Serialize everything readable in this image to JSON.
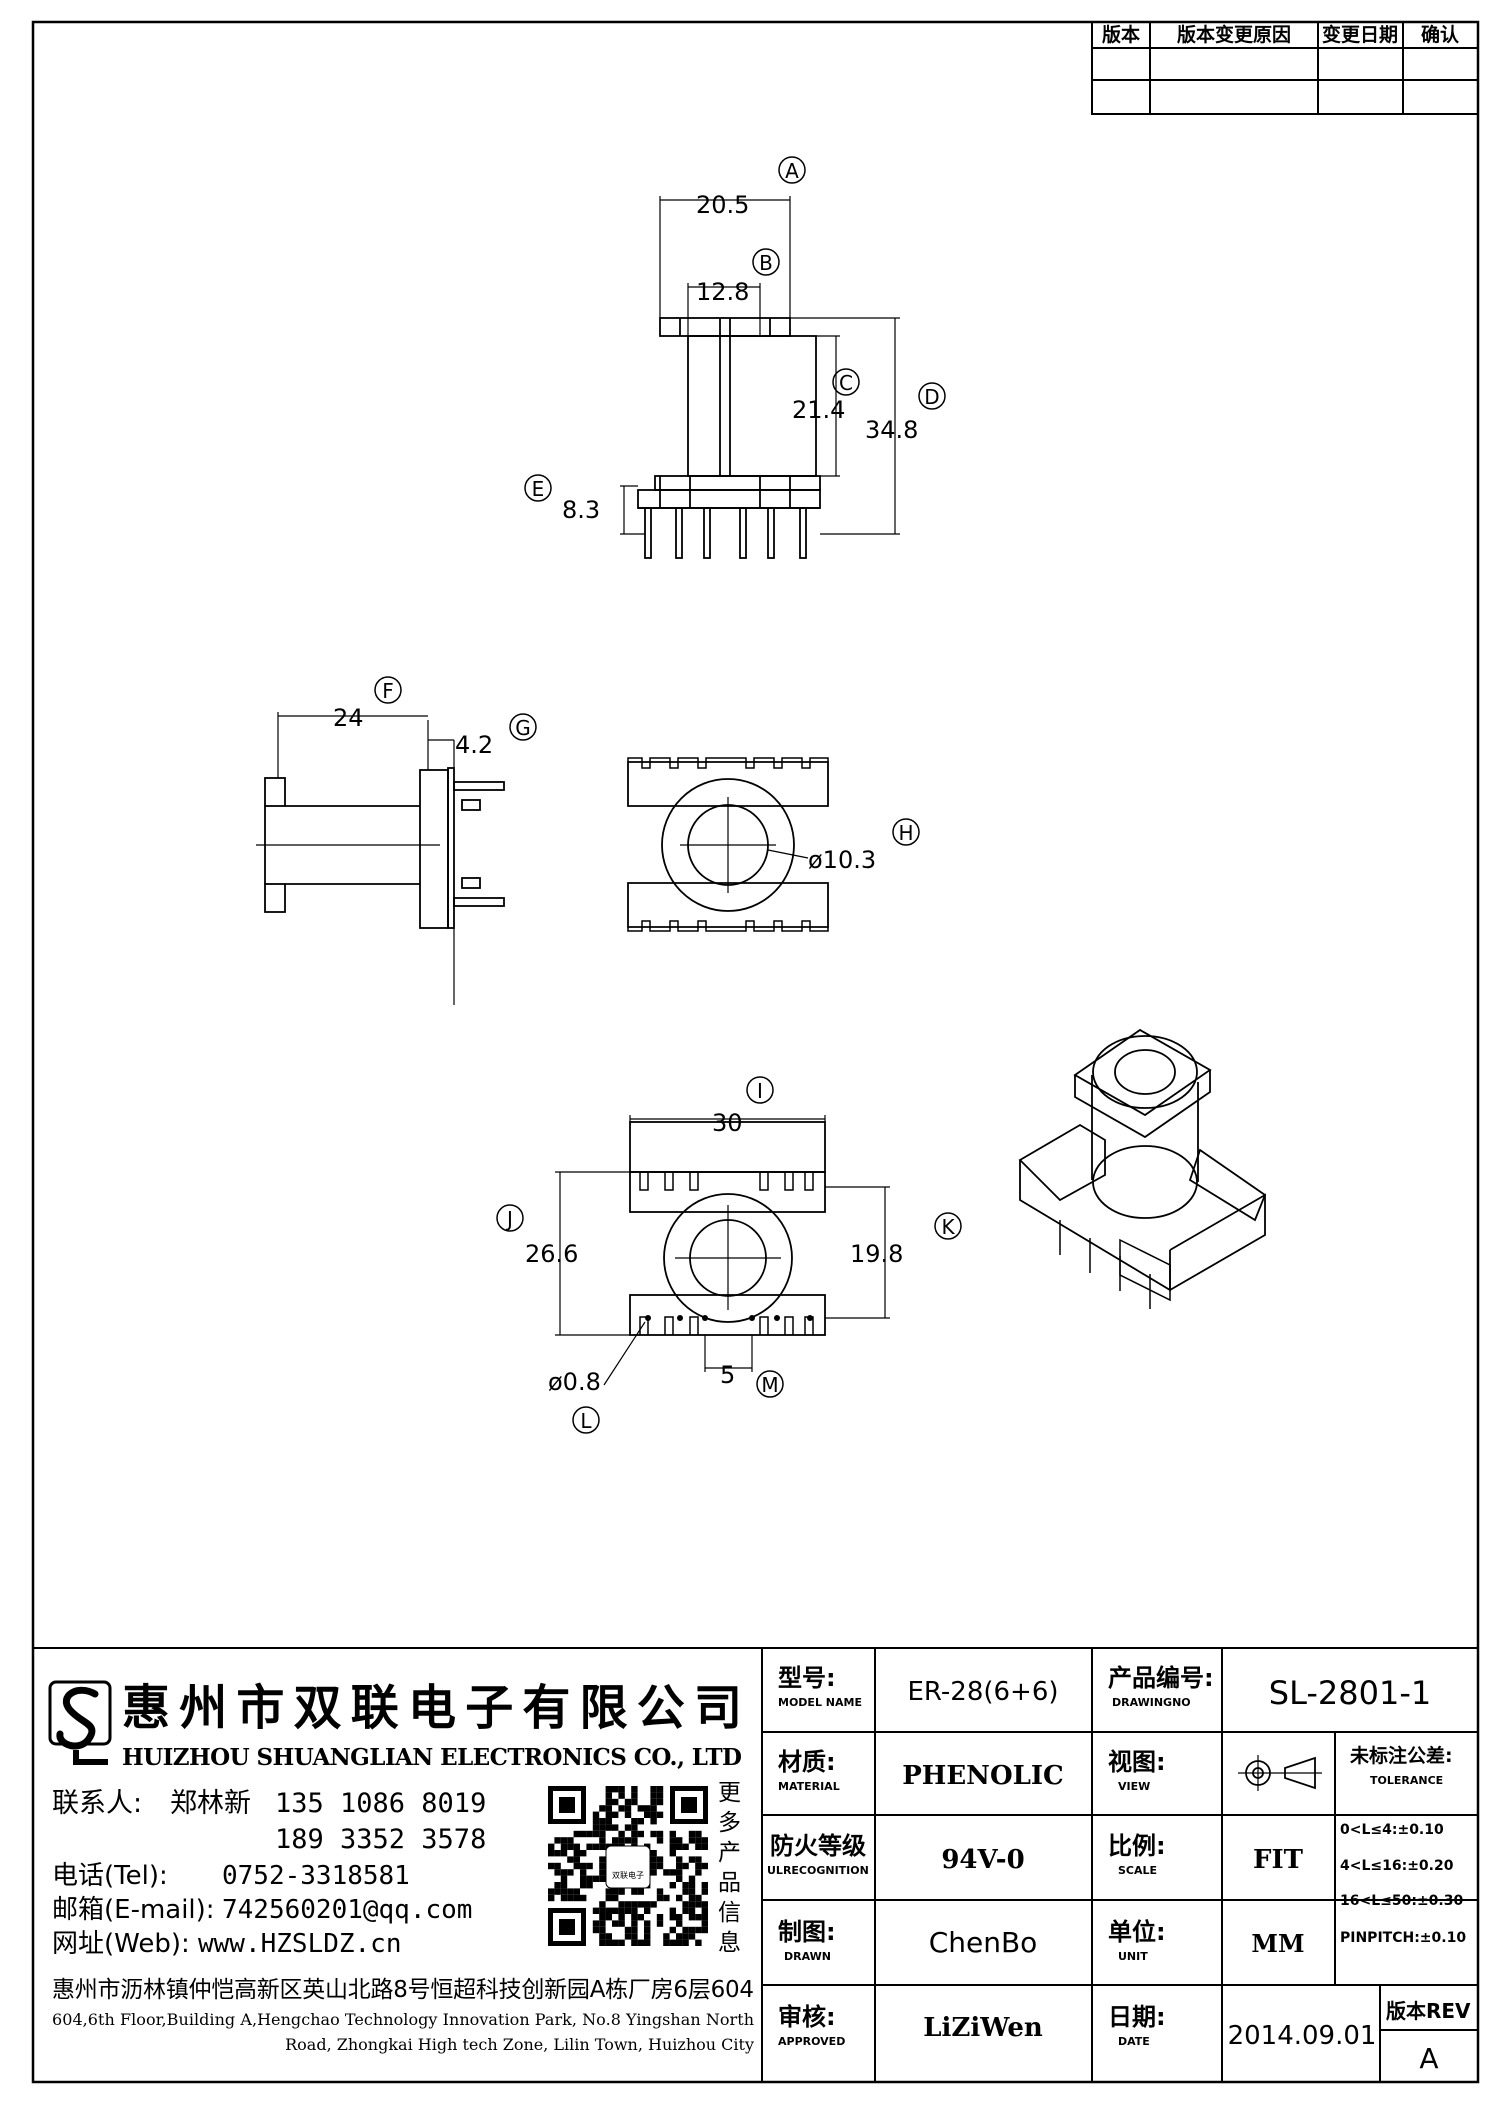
{
  "revision_table": {
    "headers": [
      "版本",
      "版本变更原因",
      "变更日期",
      "确认"
    ]
  },
  "dimensions": {
    "A": {
      "letter": "A",
      "value": "20.5"
    },
    "B": {
      "letter": "B",
      "value": "12.8"
    },
    "C": {
      "letter": "C",
      "value": "21.4"
    },
    "D": {
      "letter": "D",
      "value": "34.8"
    },
    "E": {
      "letter": "E",
      "value": "8.3"
    },
    "F": {
      "letter": "F",
      "value": "24"
    },
    "G": {
      "letter": "G",
      "value": "4.2"
    },
    "H": {
      "letter": "H",
      "value": "ø10.3"
    },
    "I": {
      "letter": "I",
      "value": "30"
    },
    "J": {
      "letter": "J",
      "value": "26.6"
    },
    "K": {
      "letter": "K",
      "value": "19.8"
    },
    "L": {
      "letter": "L",
      "value": "ø0.8"
    },
    "M": {
      "letter": "M",
      "value": "5"
    }
  },
  "company": {
    "name_cn": "惠州市双联电子有限公司",
    "name_en": "HUIZHOU SHUANGLIAN ELECTRONICS CO., LTD",
    "contact_label": "联系人:",
    "contact_name": "郑林新",
    "phone1": "135 1086 8019",
    "phone2": "189 3352 3578",
    "tel_label": "电话(Tel):",
    "tel": "0752-3318581",
    "email_label": "邮箱(E-mail):",
    "email": "742560201@qq.com",
    "web_label": "网址(Web):",
    "web": "www.HZSLDZ.cn",
    "more_info": [
      "更",
      "多",
      "产",
      "品",
      "信",
      "息"
    ],
    "qr_center": "双联电子",
    "address_cn": "惠州市沥林镇仲恺高新区英山北路8号恒超科技创新园A栋厂房6层604",
    "address_en_1": "604,6th Floor,Building A,Hengchao Technology Innovation Park, No.8 Yingshan North",
    "address_en_2": "Road, Zhongkai High tech Zone, Lilin Town, Huizhou City"
  },
  "title_block": {
    "model_label": "型号:",
    "model_sub": "MODEL NAME",
    "model": "ER-28(6+6)",
    "drawing_label": "产品编号:",
    "drawing_sub": "DRAWINGNO",
    "drawing_no": "SL-2801-1",
    "material_label": "材质:",
    "material_sub": "MATERIAL",
    "material": "PHENOLIC",
    "view_label": "视图:",
    "view_sub": "VIEW",
    "tolerance_label": "未标注公差:",
    "tolerance_sub": "TOLERANCE",
    "tolerances": [
      "0<L≤4:±0.10",
      "4<L≤16:±0.20",
      "16<L≤50:±0.30",
      "PINPITCH:±0.10"
    ],
    "fire_label": "防火等级",
    "fire_sub": "ULRECOGNITION",
    "fire": "94V-0",
    "scale_label": "比例:",
    "scale_sub": "SCALE",
    "scale": "FIT",
    "drawn_label": "制图:",
    "drawn_sub": "DRAWN",
    "drawn": "ChenBo",
    "unit_label": "单位:",
    "unit_sub": "UNIT",
    "unit": "MM",
    "approved_label": "审核:",
    "approved_sub": "APPROVED",
    "approved": "LiZiWen",
    "date_label": "日期:",
    "date_sub": "DATE",
    "date": "2014.09.01",
    "rev_label": "版本REV",
    "rev": "A"
  }
}
